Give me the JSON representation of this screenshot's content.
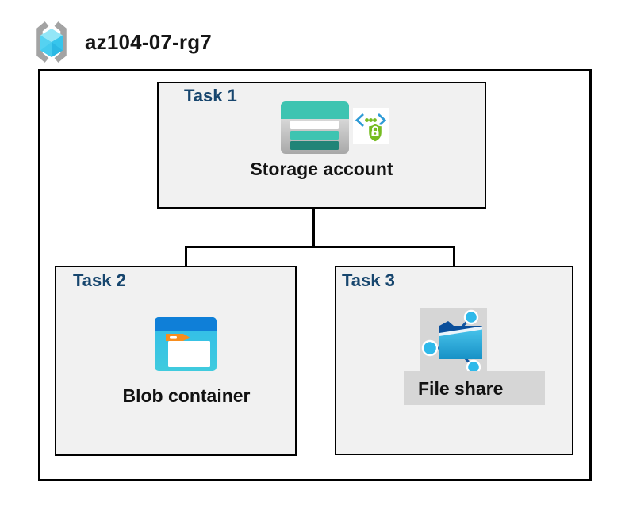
{
  "diagram": {
    "resource_group": {
      "name": "az104-07-rg7",
      "icon": "resource-group-icon"
    },
    "tasks": [
      {
        "label": "Task 1",
        "resource": "Storage account",
        "icons": [
          "storage-account-icon",
          "sas-security-badge-icon"
        ]
      },
      {
        "label": "Task 2",
        "resource": "Blob container",
        "icons": [
          "blob-container-icon"
        ]
      },
      {
        "label": "Task 3",
        "resource": "File share",
        "icons": [
          "file-share-icon"
        ]
      }
    ],
    "connections": [
      {
        "from": "Storage account",
        "to": "Blob container"
      },
      {
        "from": "Storage account",
        "to": "File share"
      }
    ],
    "colors": {
      "task_label": "#17466E",
      "box_fill": "#F1F1F1",
      "box_border": "#000000",
      "storage_teal": "#3EC4B1",
      "storage_teal_dark": "#218477",
      "blob_header_blue": "#0F7FD8",
      "blob_body_cyan": "#35BFE9",
      "blob_tab_orange": "#F78D1E",
      "badge_green": "#76BC21",
      "badge_blue": "#2E9BD6",
      "folder_dark_blue": "#0B4F9B",
      "node_cyan": "#2FB9EA",
      "pasted_gray_bg": "#D6D6D6",
      "rg_bracket_gray": "#A3A3A3",
      "rg_cube_cyan": "#55D2F1"
    }
  }
}
